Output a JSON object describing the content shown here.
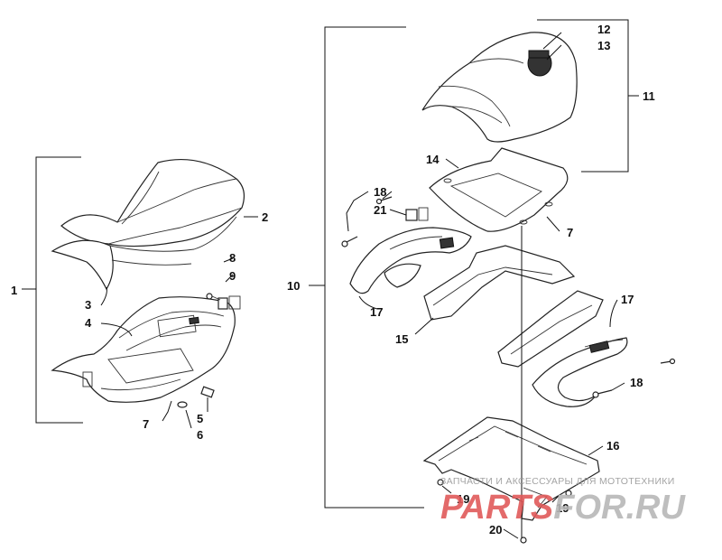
{
  "callouts": {
    "c1": "1",
    "c2": "2",
    "c3": "3",
    "c4": "4",
    "c5": "5",
    "c6": "6",
    "c7a": "7",
    "c7b": "7",
    "c8": "8",
    "c9": "9",
    "c10": "10",
    "c11": "11",
    "c12": "12",
    "c13": "13",
    "c14": "14",
    "c15": "15",
    "c16": "16",
    "c17a": "17",
    "c17b": "17",
    "c18a": "18",
    "c18b": "18",
    "c19a": "19",
    "c19b": "19",
    "c20": "20",
    "c21": "21"
  },
  "watermark": {
    "caption": "ЗАПЧАСТИ И АКСЕССУАРЫ ДЛЯ МОТОТЕХНИКИ",
    "logo_left": "PARTS",
    "logo_right": "FOR.RU",
    "logo_colors": {
      "left": "#e05a5a",
      "right": "#b7b7b7"
    }
  }
}
